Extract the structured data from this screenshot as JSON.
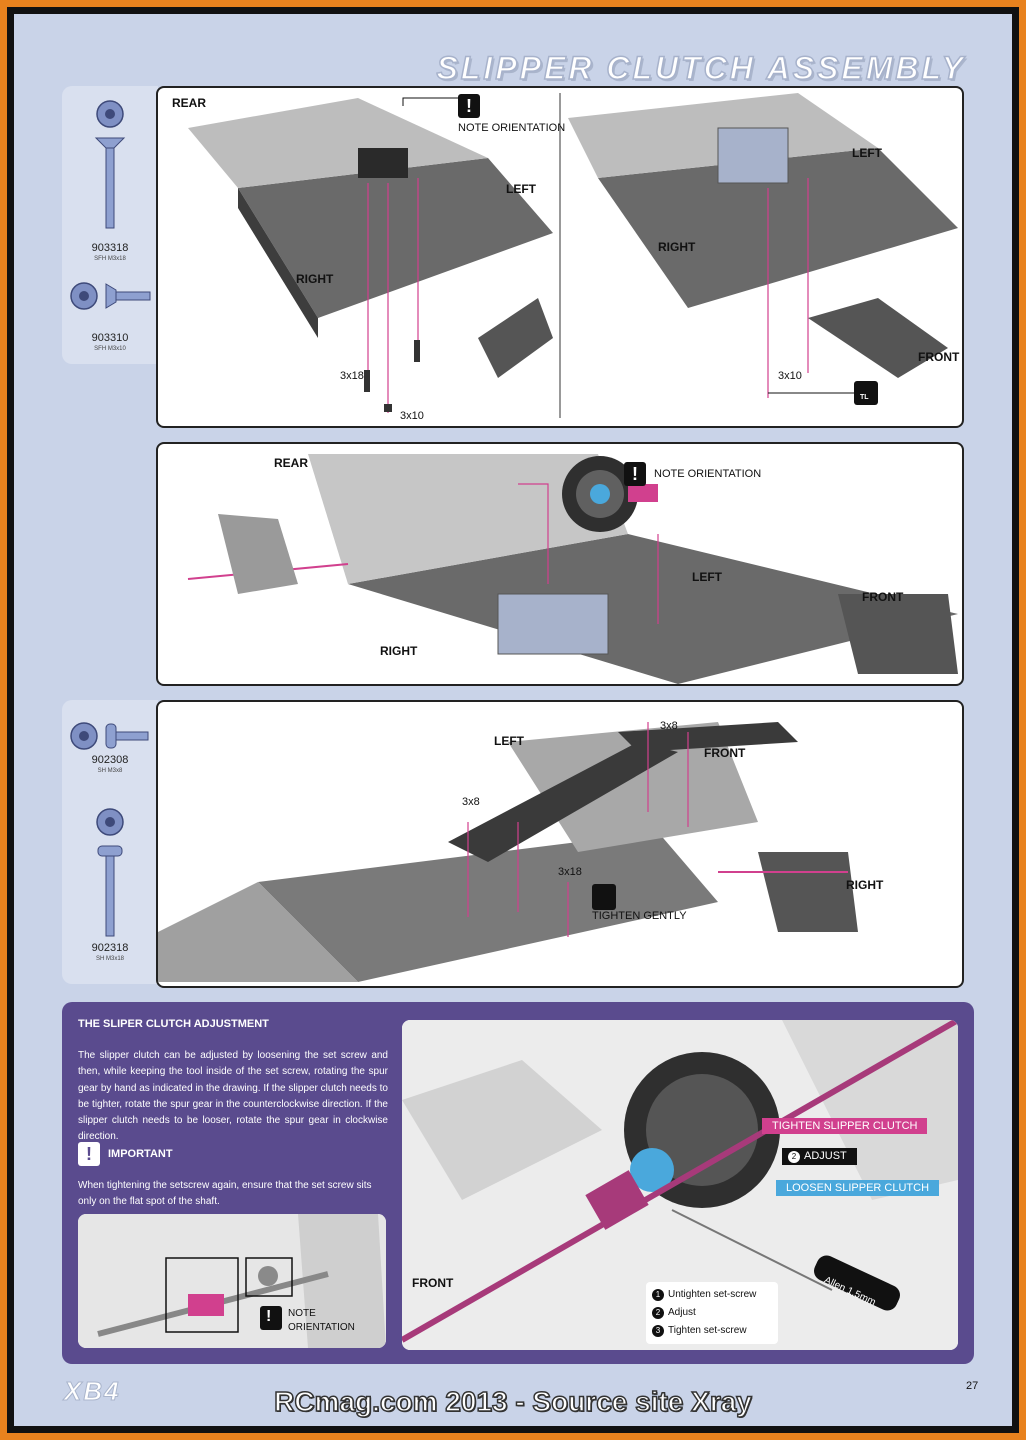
{
  "page_title": "SLIPPER CLUTCH ASSEMBLY",
  "parts_top": [
    {
      "num": "903318",
      "spec": "SFH M3x18"
    },
    {
      "num": "903310",
      "spec": "SFH M3x10"
    }
  ],
  "parts_mid": [
    {
      "num": "902308",
      "spec": "SH M3x8"
    },
    {
      "num": "902318",
      "spec": "SH M3x18"
    }
  ],
  "panel1": {
    "left_view": {
      "rear": "REAR",
      "left": "LEFT",
      "right": "RIGHT",
      "note_icon": "!",
      "note": "NOTE ORIENTATION",
      "screw_a": "3x18",
      "screw_b": "3x10"
    },
    "right_view": {
      "left": "LEFT",
      "right": "RIGHT",
      "front": "FRONT",
      "screw": "3x10",
      "badge": "TL"
    }
  },
  "panel2": {
    "rear": "REAR",
    "left": "LEFT",
    "right": "RIGHT",
    "front": "FRONT",
    "note_icon": "!",
    "note": "NOTE ORIENTATION"
  },
  "panel3": {
    "left": "LEFT",
    "front": "FRONT",
    "right": "RIGHT",
    "screw_a": "3x8",
    "screw_b": "3x8",
    "screw_c": "3x18",
    "tighten": "TIGHTEN GENTLY"
  },
  "adjustment": {
    "title": "THE SLIPER CLUTCH ADJUSTMENT",
    "text": "The slipper clutch can be adjusted by loosening the set screw and then, while keeping the tool inside of the set screw, rotating the spur gear by hand as indicated in the drawing. If the slipper clutch needs to be tighter, rotate the spur gear in the counterclockwise direction. If the slipper clutch needs to be looser, rotate the spur gear in clockwise direction.",
    "important_icon": "!",
    "important_title": "IMPORTANT",
    "important_text": "When tightening the setscrew again, ensure that the set screw sits only on the flat spot of the shaft.",
    "note_icon": "!",
    "note_line1": "NOTE",
    "note_line2": "ORIENTATION",
    "front": "FRONT",
    "tighten_tag": "TIGHTEN SLIPPER CLUTCH",
    "adjust_num": "2",
    "adjust_tag": "ADJUST",
    "loosen_tag": "LOOSEN SLIPPER CLUTCH",
    "tool": "Allen 1.5mm",
    "steps": [
      {
        "n": "1",
        "text": "Untighten set-screw"
      },
      {
        "n": "2",
        "text": "Adjust"
      },
      {
        "n": "3",
        "text": "Tighten set-screw"
      }
    ],
    "colors": {
      "tighten": "#d1408e",
      "loosen": "#4aa8dc",
      "panel": "#5a4b8e"
    }
  },
  "footer": {
    "logo": "XB4",
    "page": "27"
  },
  "watermark": "RCmag.com 2013 - Source site Xray"
}
